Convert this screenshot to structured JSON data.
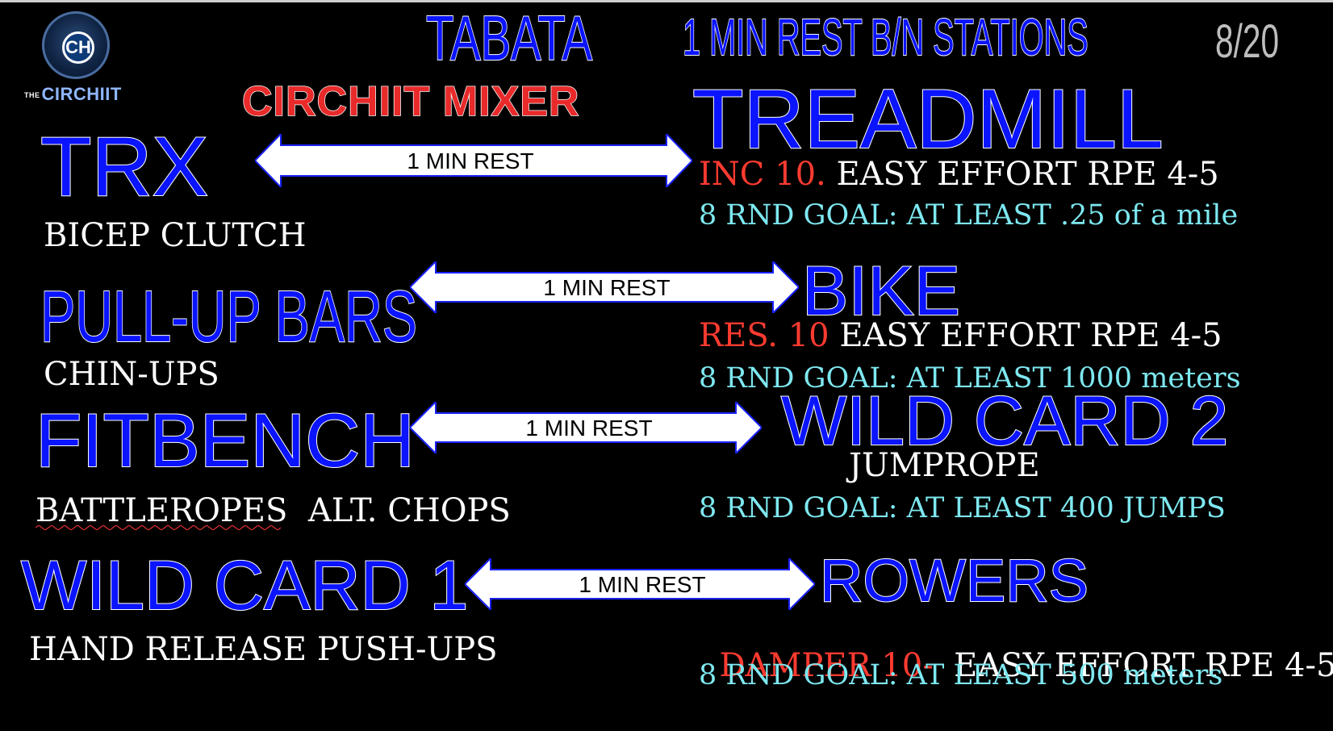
{
  "header": {
    "title": "TABATA",
    "subtitle": "1 MIN REST B/N STATIONS",
    "date": "8/20",
    "mixer": "CIRCHIIT MIXER"
  },
  "logo": {
    "mark": "CH",
    "prefix": "THE",
    "name": "CIRCHIIT"
  },
  "arrows": {
    "rest_label": "1 MIN REST"
  },
  "stations": {
    "trx": {
      "name": "TRX",
      "exercise": "BICEP CLUTCH"
    },
    "pullup": {
      "name": "PULL-UP BARS",
      "exercise": "CHIN-UPS"
    },
    "fitbench": {
      "name": "FITBENCH",
      "exercise": "BATTLEROPES  ALT. CHOPS"
    },
    "wildcard1": {
      "name": "WILD CARD 1",
      "exercise": "HAND RELEASE PUSH-UPS"
    },
    "treadmill": {
      "name": "TREADMILL",
      "setting": "INC 10.",
      "effort": "EASY EFFORT RPE 4-5",
      "goal": "8 RND GOAL: AT LEAST .25 of a mile"
    },
    "bike": {
      "name": "BIKE",
      "setting": "RES. 10",
      "effort": "EASY EFFORT RPE 4-5",
      "goal": "8 RND GOAL: AT LEAST 1000 meters"
    },
    "wildcard2": {
      "name": "WILD CARD 2",
      "exercise": "JUMPROPE",
      "goal": "8 RND GOAL: AT LEAST 400 JUMPS"
    },
    "rowers": {
      "name": "ROWERS",
      "setting": "DAMPER 10-",
      "effort": "EASY EFFORT RPE 4-5",
      "goal": "8 RND GOAL: AT LEAST 500 meters"
    }
  },
  "colors": {
    "heading_blue": "#0b14ff",
    "setting_red": "#ff3b30",
    "goal_cyan": "#7ee8f0",
    "background": "#000000"
  }
}
